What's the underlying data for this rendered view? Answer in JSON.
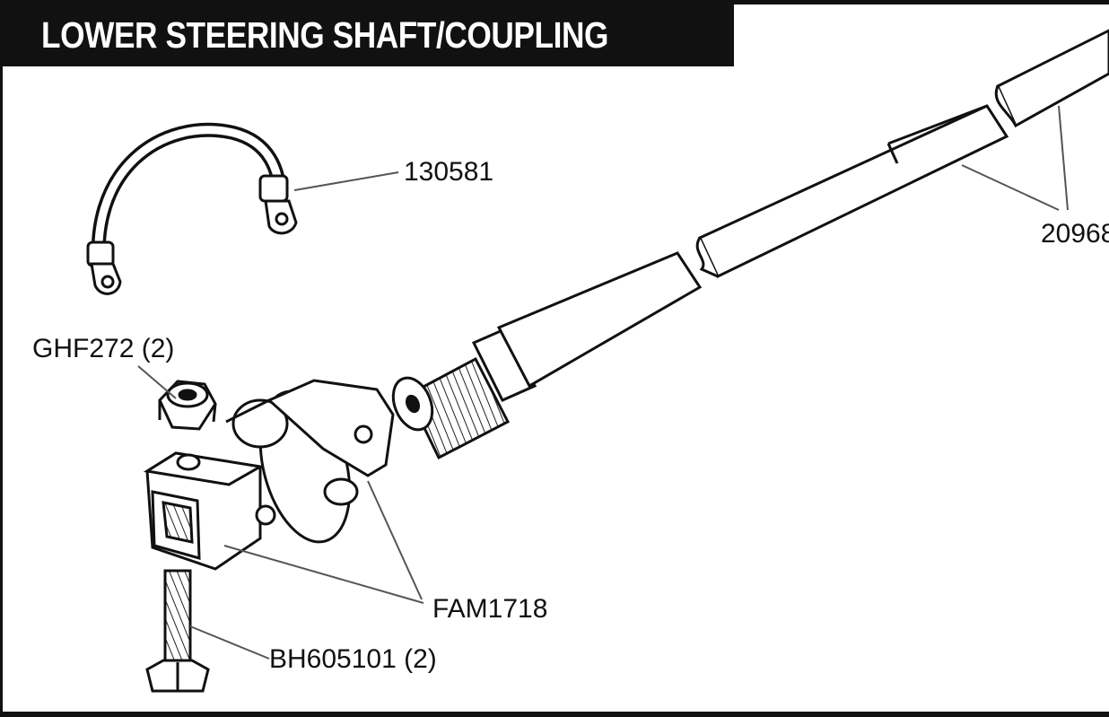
{
  "title": "LOWER STEERING SHAFT/COUPLING",
  "parts": {
    "strap": "130581",
    "shaft": "20968",
    "nut": "GHF272 (2)",
    "coupling": "FAM1718",
    "bolt": "BH605101 (2)"
  }
}
